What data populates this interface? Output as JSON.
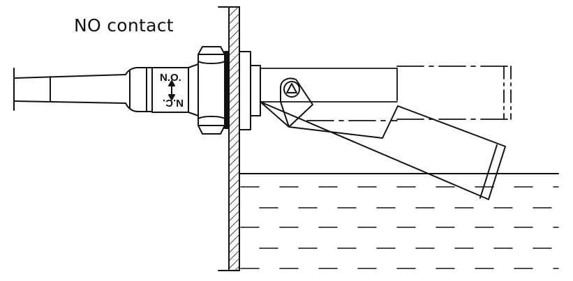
{
  "diagram": {
    "title": "NO contact",
    "label_no": "N.O.",
    "label_nc": "N.C.",
    "colors": {
      "line": "#111111",
      "background": "#ffffff"
    }
  }
}
